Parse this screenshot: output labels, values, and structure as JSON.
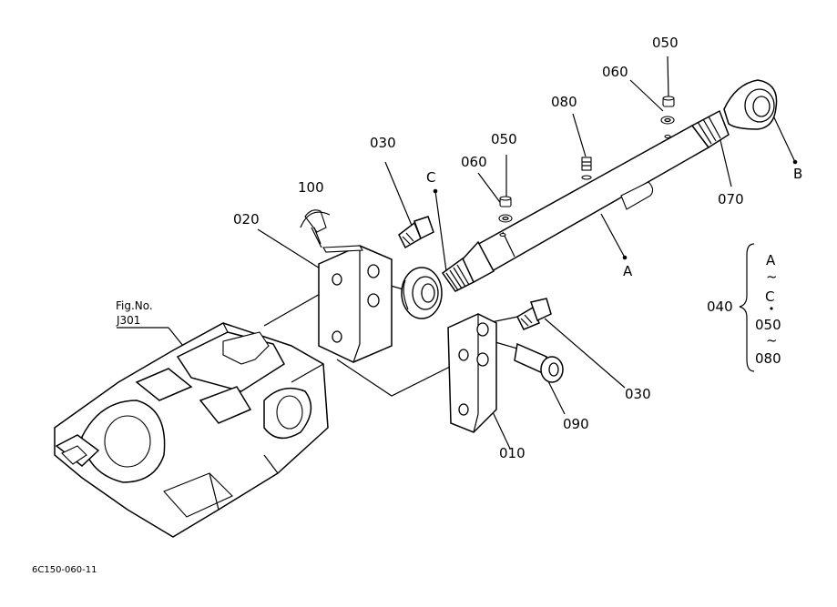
{
  "labels": {
    "p010": "010",
    "p020": "020",
    "p030_top": "030",
    "p030_right": "030",
    "p040": "040",
    "p050_left": "050",
    "p050_right": "050",
    "p060_left": "060",
    "p060_right": "060",
    "p070": "070",
    "p080_top": "080",
    "p080_bracket": "080",
    "p090": "090",
    "p100": "100",
    "ref_a": "A",
    "ref_b": "B",
    "ref_c": "C",
    "bracket_a": "A",
    "bracket_c": "C",
    "bracket_050": "050",
    "tilde": "~",
    "fig_no": "Fig.No.",
    "fig_ref": "J301",
    "drawing_code": "6C150-060-11"
  }
}
